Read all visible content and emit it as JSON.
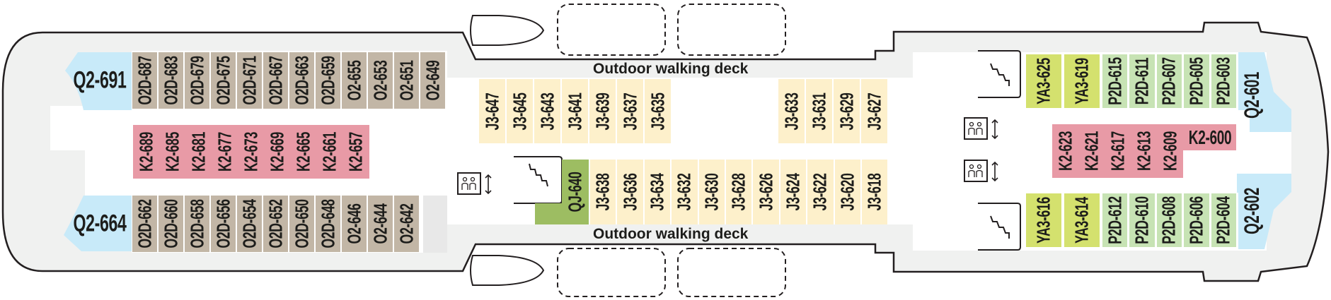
{
  "labels": {
    "walking_deck_top": "Outdoor walking deck",
    "walking_deck_bottom": "Outdoor walking deck"
  },
  "colors": {
    "hull": "#f0f1f0",
    "outline": "#231f20",
    "cabin_o2": "#c2b6a6",
    "cabin_k2": "#e89aa6",
    "cabin_j3": "#fdf0cb",
    "cabin_qj": "#9dbd62",
    "cabin_ya3": "#d4e16e",
    "cabin_p2d": "#c7e3b4",
    "cabin_q2": "#c8eaf9"
  },
  "cabins": {
    "aft_suite_top": "Q2-691",
    "aft_suite_bottom": "Q2-664",
    "aft_top": [
      "O2D-687",
      "O2D-683",
      "O2D-679",
      "O2D-675",
      "O2D-671",
      "O2D-667",
      "O2D-663",
      "O2D-659",
      "O2-655",
      "O2-653",
      "O2-651",
      "O2-649"
    ],
    "aft_inner": [
      "K2-689",
      "K2-685",
      "K2-681",
      "K2-677",
      "K2-673",
      "K2-669",
      "K2-665",
      "K2-661",
      "K2-657"
    ],
    "aft_bottom": [
      "O2D-662",
      "O2D-660",
      "O2D-658",
      "O2D-656",
      "O2D-654",
      "O2D-652",
      "O2D-650",
      "O2D-648",
      "O2-646",
      "O2-644",
      "O2-642"
    ],
    "mid_top_a": [
      "J3-647",
      "J3-645",
      "J3-643",
      "J3-641",
      "J3-639",
      "J3-637",
      "J3-635"
    ],
    "mid_top_b": [
      "J3-633",
      "J3-631",
      "J3-629",
      "J3-627"
    ],
    "mid_bottom_special": "QJ-640",
    "mid_bottom": [
      "J3-638",
      "J3-636",
      "J3-634",
      "J3-632",
      "J3-630",
      "J3-628",
      "J3-626",
      "J3-624",
      "J3-622",
      "J3-620",
      "J3-618"
    ],
    "fwd_top_ya": [
      "YA3-625",
      "YA3-619"
    ],
    "fwd_top_p": [
      "P2D-615",
      "P2D-611",
      "P2D-607",
      "P2D-605",
      "P2D-603"
    ],
    "fwd_inner": [
      "K2-623",
      "K2-621",
      "K2-617",
      "K2-613",
      "K2-609"
    ],
    "fwd_inner_single": "K2-600",
    "fwd_bottom_ya": [
      "YA3-616",
      "YA3-614"
    ],
    "fwd_bottom_p": [
      "P2D-612",
      "P2D-610",
      "P2D-608",
      "P2D-606",
      "P2D-604"
    ],
    "fwd_suite_top": "Q2-601",
    "fwd_suite_bottom": "Q2-602"
  },
  "icons": {
    "stairs": "stairs-icon",
    "elevator": "elevator-icon"
  }
}
